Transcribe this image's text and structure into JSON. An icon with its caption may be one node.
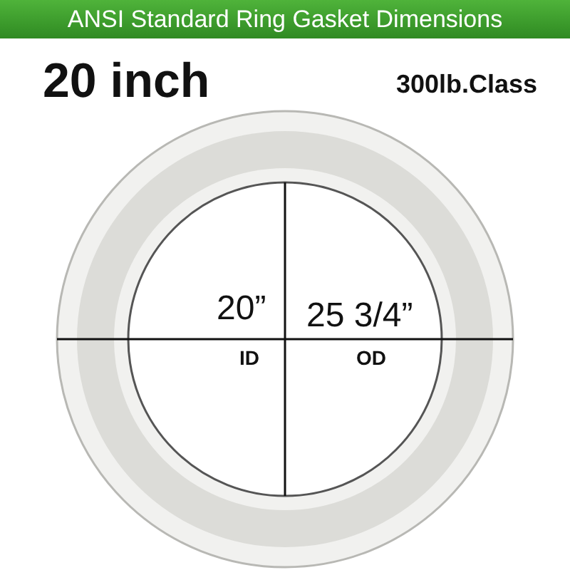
{
  "diagram": {
    "title": "ANSI Standard Ring Gasket Dimensions",
    "labels": [
      "20 inch",
      "300lb.Class",
      "20”",
      "ID",
      "25 3/4”",
      "OD"
    ]
  }
}
